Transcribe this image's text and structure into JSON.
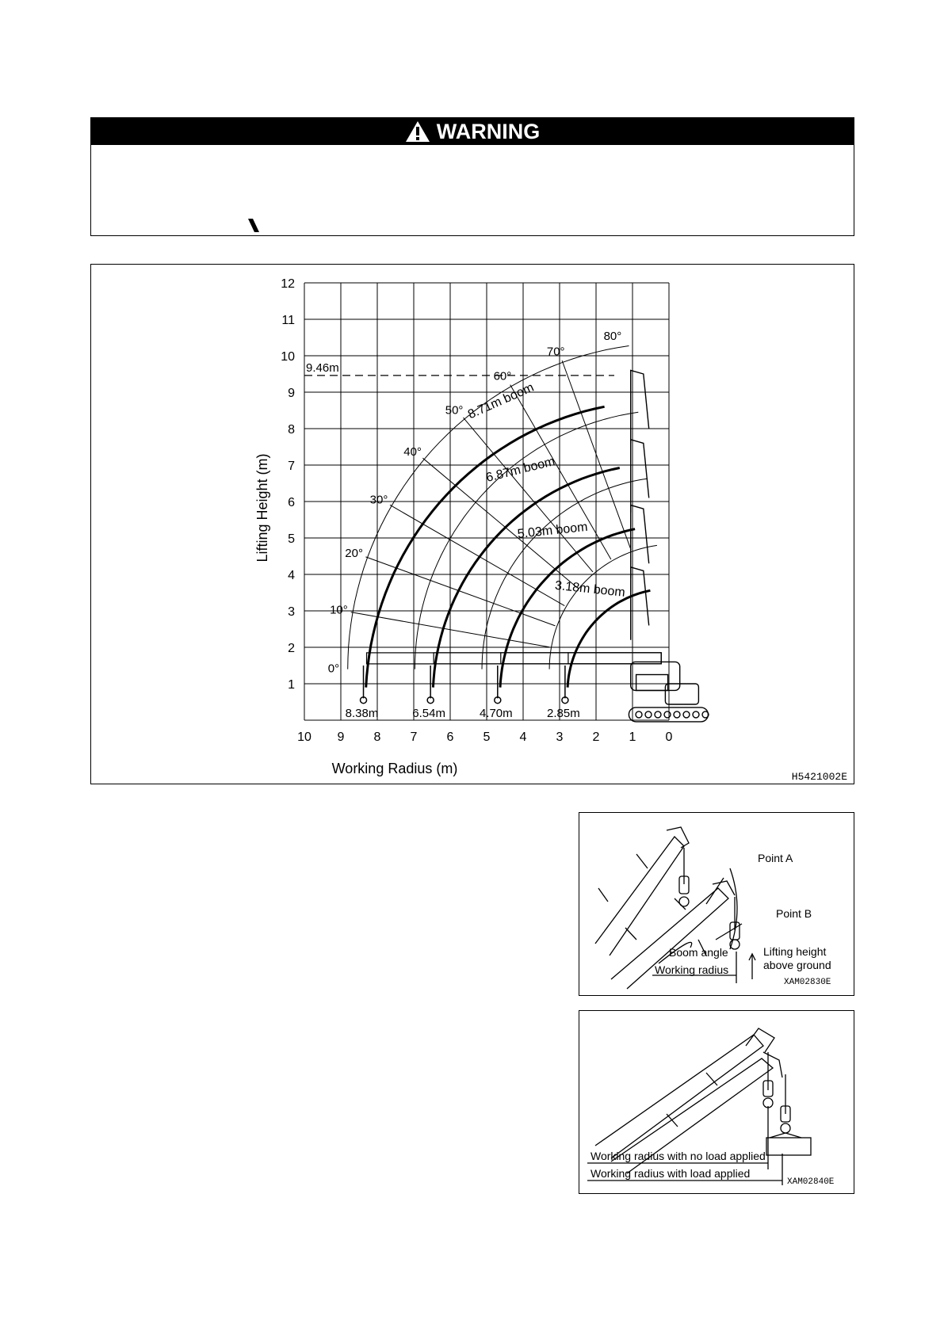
{
  "warning": {
    "title": "WARNING",
    "icon": "warning-triangle-icon"
  },
  "chart": {
    "code": "H5421002E",
    "xlabel": "Working Radius (m)",
    "ylabel": "Lifting Height (m)",
    "x_ticks": [
      "10",
      "9",
      "8",
      "7",
      "6",
      "5",
      "4",
      "3",
      "2",
      "1",
      "0"
    ],
    "y_ticks": [
      "1",
      "2",
      "3",
      "4",
      "5",
      "6",
      "7",
      "8",
      "9",
      "10",
      "11",
      "12"
    ],
    "booms": [
      {
        "label": "8.71m boom",
        "length": 8.71,
        "reach": "8.38m"
      },
      {
        "label": "6.87m boom",
        "length": 6.87,
        "reach": "6.54m"
      },
      {
        "label": "5.03m boom",
        "length": 5.03,
        "reach": "4.70m"
      },
      {
        "label": "3.18m boom",
        "length": 3.18,
        "reach": "2.85m"
      }
    ],
    "angles": [
      "0°",
      "10°",
      "20°",
      "30°",
      "40°",
      "50°",
      "60°",
      "70°",
      "80°"
    ],
    "max_height_label": "9.46m"
  },
  "chart_data": {
    "type": "line",
    "xlabel": "Working Radius (m)",
    "ylabel": "Lifting Height (m)",
    "xlim": [
      10,
      0
    ],
    "ylim": [
      0,
      12
    ],
    "grid": true,
    "series": [
      {
        "name": "8.71m boom",
        "max_radius": 8.38
      },
      {
        "name": "6.87m boom",
        "max_radius": 6.54
      },
      {
        "name": "5.03m boom",
        "max_radius": 4.7
      },
      {
        "name": "3.18m boom",
        "max_radius": 2.85
      }
    ],
    "annotations": [
      "9.46m",
      "0°",
      "10°",
      "20°",
      "30°",
      "40°",
      "50°",
      "60°",
      "70°",
      "80°"
    ]
  },
  "fig1": {
    "point_a": "Point A",
    "point_b": "Point B",
    "boom_angle": "Boom angle",
    "lifting_height": "Lifting height",
    "above_ground": "above ground",
    "working_radius": "Working radius",
    "code": "XAM02830E"
  },
  "fig2": {
    "no_load": "Working radius with no load applied",
    "with_load": "Working radius with load applied",
    "code": "XAM02840E"
  }
}
